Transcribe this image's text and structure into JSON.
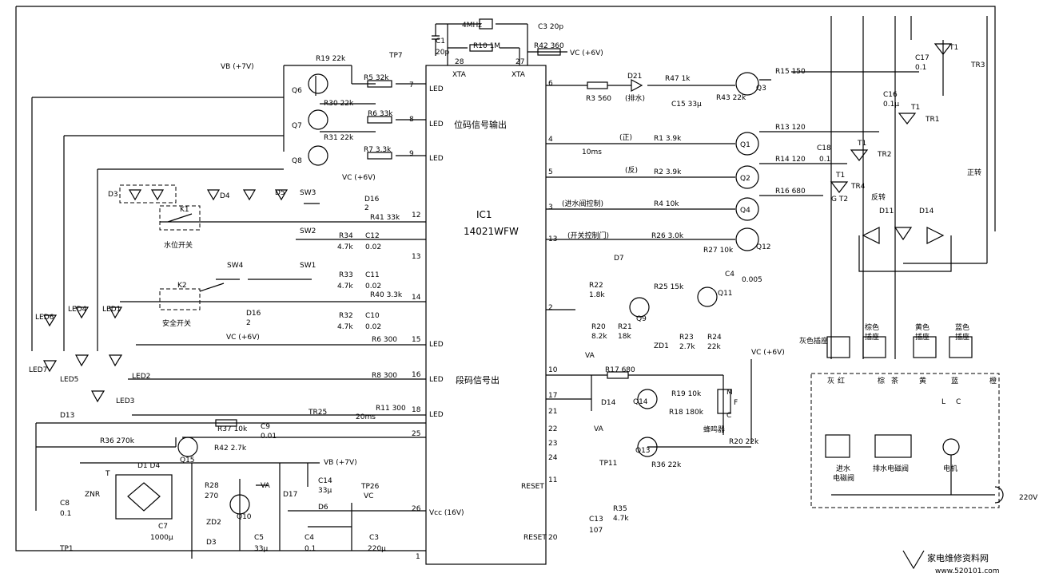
{
  "ic": {
    "ref": "IC1",
    "part": "14021WFW"
  },
  "pins": {
    "p28": "28",
    "p27": "27",
    "xta1": "XTA",
    "xta2": "XTA",
    "p7": "7",
    "p8": "8",
    "p9": "9",
    "led_a": "LED",
    "led_b": "LED",
    "led_c": "LED",
    "p6": "6",
    "p4": "4",
    "p5": "5",
    "p3": "3",
    "p13r": "13",
    "p2": "2",
    "p12": "12",
    "p13": "13",
    "p14": "14",
    "p15": "15",
    "p16": "16",
    "p18": "18",
    "p25": "25",
    "p26": "26",
    "p1": "1",
    "led_d": "LED",
    "led_e": "LED",
    "led_f": "LED",
    "p10": "10",
    "p17": "17",
    "p21": "21",
    "p22": "22",
    "p23": "23",
    "p24": "24",
    "p11": "11",
    "p20": "20",
    "vcc": "Vcc (16V)",
    "reset": "RESET",
    "reset2": "RESET"
  },
  "labels": {
    "crystal": "4MHz",
    "c1": "C1",
    "c1v": "20p",
    "c3": "C3 20p",
    "r10": "R10 1M",
    "r42t": "R42 360",
    "vcplus": "VC (+6V)",
    "vb": "VB (+7V)",
    "r19": "R19 22k",
    "tp7": "TP7",
    "r5": "R5 32k",
    "r30": "R30 22k",
    "r6": "R6 33k",
    "r31": "R31 22k",
    "r7": "R7 3.3k",
    "q6": "Q6",
    "q7": "Q7",
    "q8": "Q8",
    "pos_out": "位码信号输出",
    "seg_out": "段码信号出",
    "d3": "D3",
    "d4": "D4",
    "d5": "D5",
    "sw3": "SW3",
    "d16a": "D16",
    "d16v": "2",
    "vc6a": "VC (+6V)",
    "k1": "K1",
    "lvl": "水位开关",
    "r41": "R41 33k",
    "sw2": "SW2",
    "r34": "R34",
    "r34v": "4.7k",
    "c12": "C12",
    "c12v": "0.02",
    "sw4": "SW4",
    "sw1": "SW1",
    "r33": "R33",
    "r33v": "4.7k",
    "c11": "C11",
    "c11v": "0.02",
    "k2": "K2",
    "safe": "安全开关",
    "d16b": "D16",
    "d16bv": "2",
    "vc6b": "VC (+6V)",
    "r40": "R40 3.3k",
    "r32": "R32",
    "r32v": "4.7k",
    "c10": "C10",
    "c10v": "0.02",
    "led6": "LED6",
    "led4": "LED4",
    "led1": "LED1",
    "led7": "LED7",
    "led5": "LED5",
    "led2": "LED2",
    "led3": "LED3",
    "r6b": "R6 300",
    "r8": "R8 300",
    "r11": "R11 300",
    "tr25": "TR25",
    "ms20": "20ms",
    "d13": "D13",
    "r36": "R36 270k",
    "r37": "R37 10k",
    "c9": "C9",
    "c9v": "0.01",
    "r42": "R42 2.7k",
    "q15": "Q15",
    "t": "T",
    "d1d4": "D1  D4",
    "vb2": "VB (+7V)",
    "r28": "R28",
    "r28v": "270",
    "va": "VA",
    "q10": "Q10",
    "d17": "D17",
    "c14": "C14",
    "c14v": "33μ",
    "tp26": "TP26",
    "vc": "VC",
    "d6": "D6",
    "c8": "C8",
    "c8v": "0.1",
    "znr": "ZNR",
    "tp1": "TP1",
    "c7": "C7",
    "c7v": "1000μ",
    "zd2": "ZD2",
    "d3b": "D3",
    "c5": "C5",
    "c5v": "33μ",
    "c4": "C4",
    "c4v": "0.1",
    "c3b": "C3",
    "c3bv": "220μ",
    "r3": "R3 560",
    "d21": "D21",
    "drain": "(排水)",
    "r47": "R47 1k",
    "c15": "C15 33μ",
    "r43": "R43 22k",
    "q3": "Q3",
    "r15": "R15 150",
    "fwd": "(正)",
    "rev": "(反)",
    "ms10": "10ms",
    "r1": "R1 3.9k",
    "r2": "R2 3.9k",
    "q1": "Q1",
    "q2": "Q2",
    "r13": "R13 120",
    "r14": "R14 120",
    "valve": "(进水阀控制)",
    "r4": "R4 10k",
    "q4": "Q4",
    "r16": "R16 680",
    "door": "(开关控制门)",
    "r26": "R26 3.0k",
    "q12": "Q12",
    "r27": "R27 10k",
    "c4b": "C4",
    "c4bv": "0.005",
    "d7": "D7",
    "r22": "R22",
    "r22v": "1.8k",
    "r25": "R25 15k",
    "q9": "Q9",
    "q11": "Q11",
    "r20": "R20",
    "r20v": "8.2k",
    "r21": "R21",
    "r21v": "18k",
    "zd1": "ZD1",
    "r23": "R23",
    "r23v": "2.7k",
    "r24": "R24",
    "r24v": "22k",
    "vc6c": "VC (+6V)",
    "va2": "VA",
    "r17": "R17 680",
    "d14": "D14",
    "va3": "VA",
    "q14": "Q14",
    "r19b": "R19 10k",
    "r18": "R18 180k",
    "m": "M",
    "f": "F",
    "c": "C",
    "buzzer": "蜂鸣器",
    "q13": "Q13",
    "r20b": "R20 22k",
    "r36b": "R36 22k",
    "tp11": "TP11",
    "c13": "C13",
    "c13v": "107",
    "r35": "R35",
    "r35v": "4.7k",
    "c17": "C17",
    "c17v": "0.1",
    "t1a": "T1",
    "tr3": "TR3",
    "c16": "C16",
    "c16v": "0.1μ",
    "t1b": "T1",
    "tr1": "TR1",
    "c18": "C18",
    "c18v": "0.1",
    "t1c": "T1",
    "tr2": "TR2",
    "t1d": "T1",
    "tr4": "TR4",
    "gt2": "G T2",
    "fwdturn": "正转",
    "revturn": "反转",
    "d11": "D11",
    "d14b": "D14",
    "gray": "灰色插座",
    "brown": "棕色",
    "brown2": "插座",
    "yellow": "黄色",
    "yellow2": "插座",
    "blue": "蓝色",
    "blue2": "插座",
    "hui": "灰",
    "hong": "红",
    "zong": "棕",
    "cha": "茶",
    "huang": "黄",
    "lan": "蓝",
    "cheng": "橙",
    "l": "L",
    "cc": "C",
    "inlet": "进水",
    "inlet2": "电磁阀",
    "drainv": "排水电磁阀",
    "motor": "电机",
    "v220": "220V",
    "wm1": "家电维修资料网",
    "wm2": "www.520101.com"
  }
}
